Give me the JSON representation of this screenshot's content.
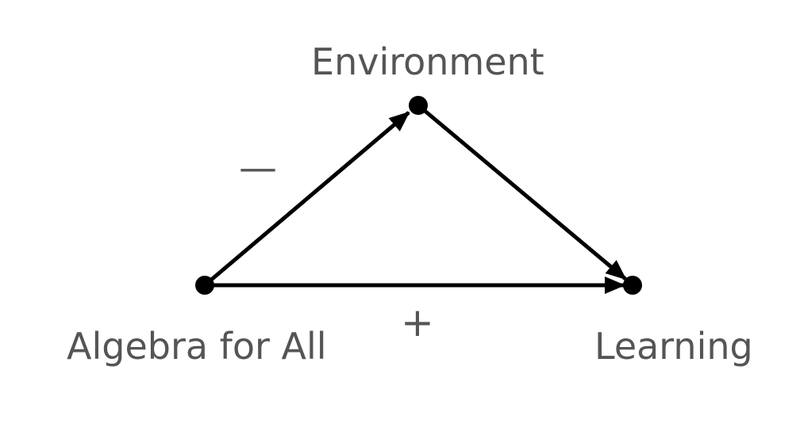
{
  "nodes": {
    "environment": "Environment",
    "algebra": "Algebra for All",
    "learning": "Learning"
  },
  "edges": {
    "algebra_to_environment": {
      "from": "Algebra for All",
      "to": "Environment",
      "sign": "—"
    },
    "environment_to_learning": {
      "from": "Environment",
      "to": "Learning",
      "sign": ""
    },
    "algebra_to_learning": {
      "from": "Algebra for All",
      "to": "Learning",
      "sign": "+"
    }
  },
  "colors": {
    "line": "#000000",
    "text": "#555555"
  }
}
